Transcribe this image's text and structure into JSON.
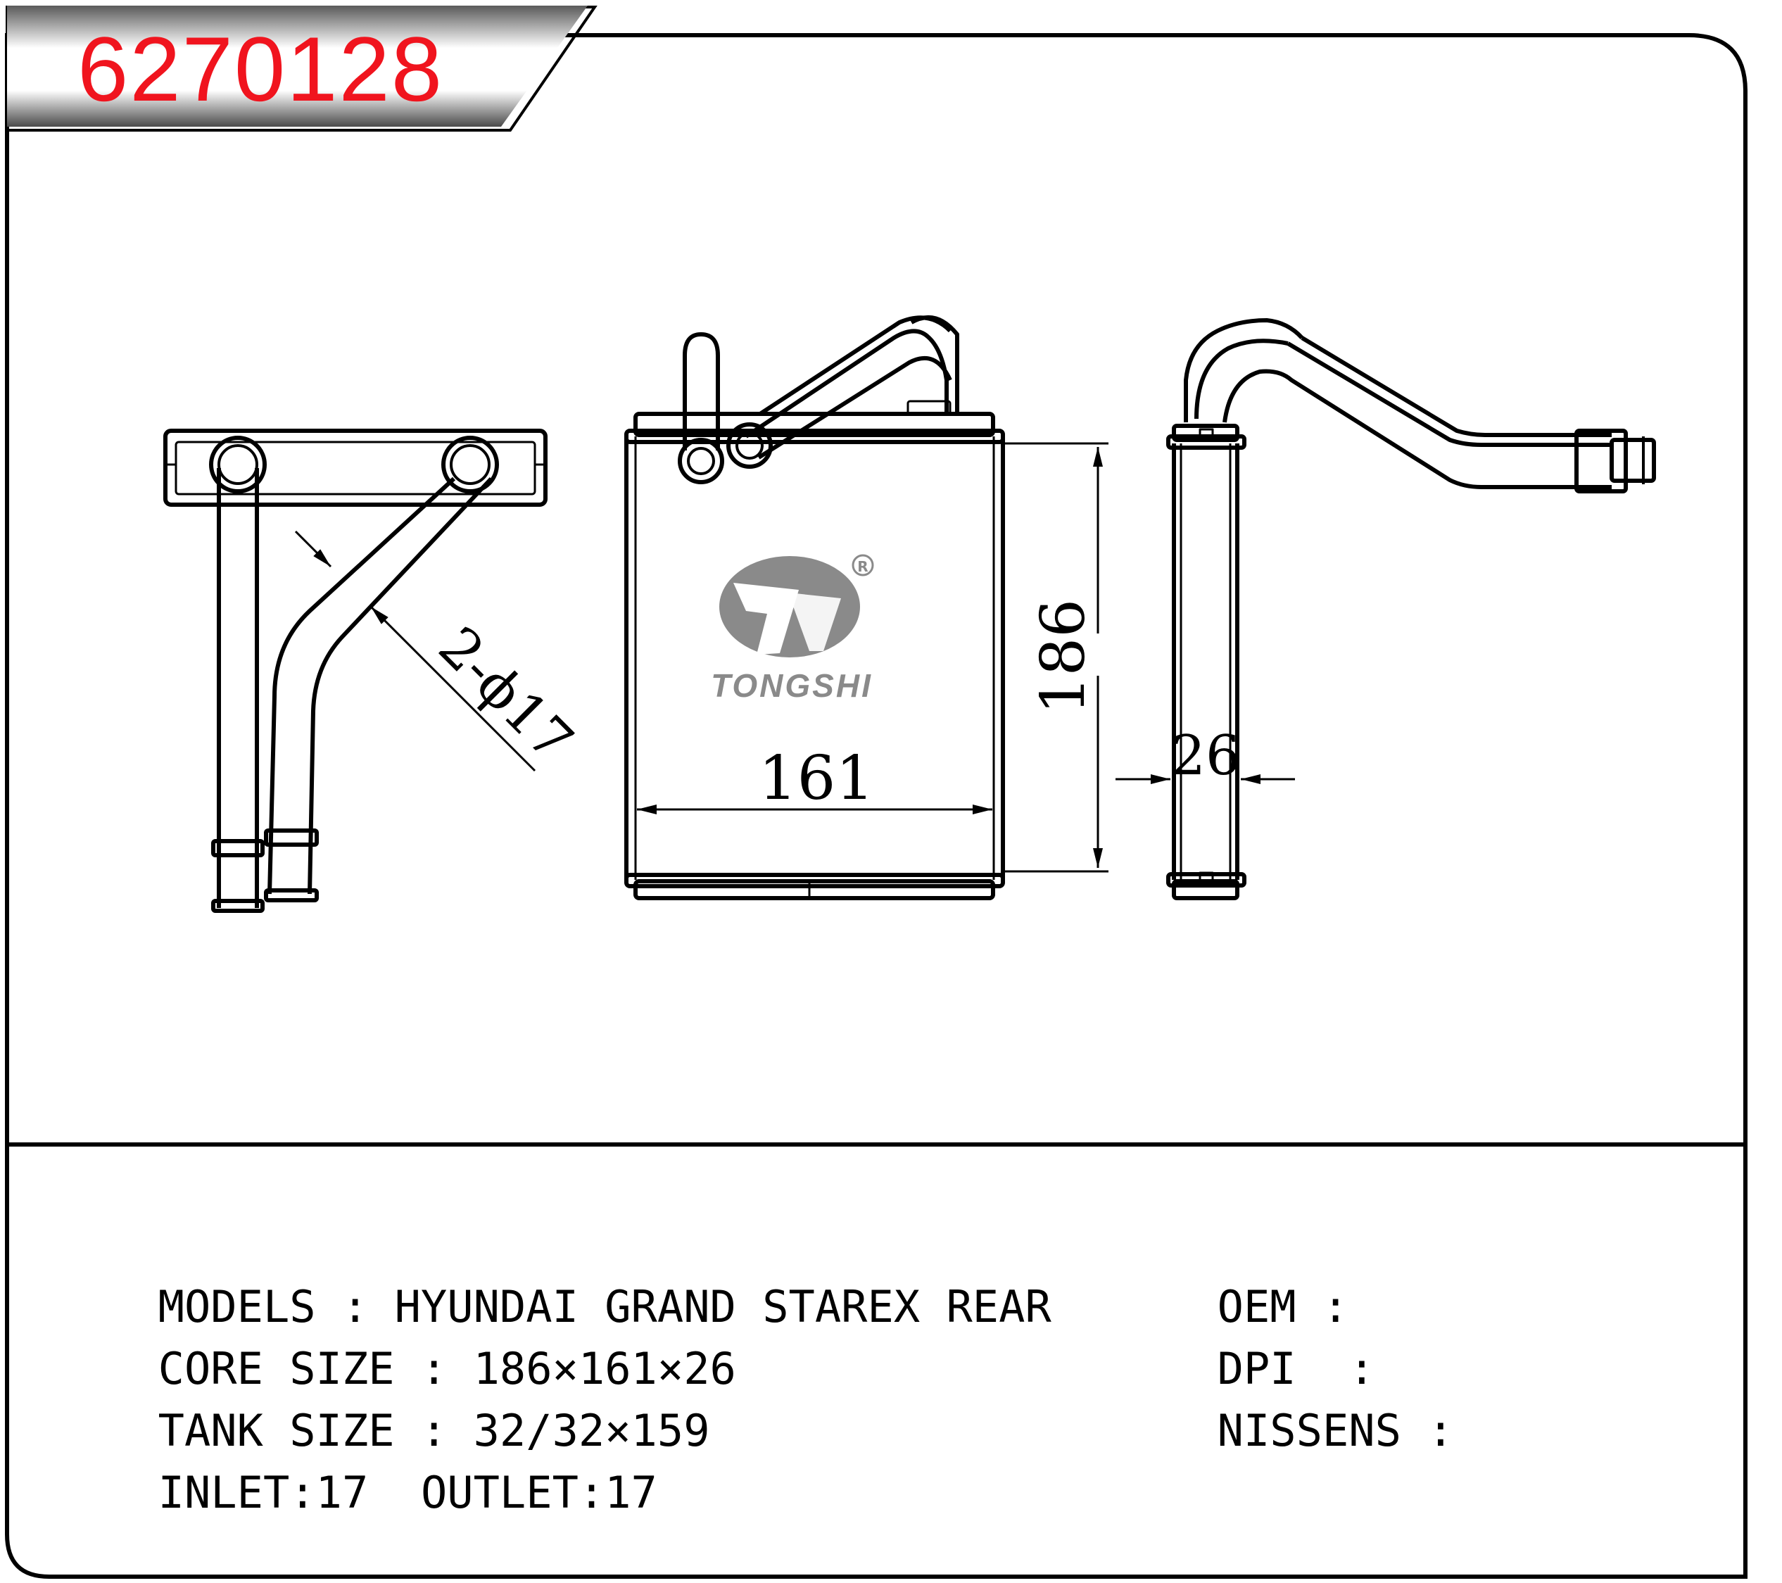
{
  "part_number": "6270128",
  "brand": {
    "name": "TONGSHI",
    "registered_mark": "R"
  },
  "dimensions": {
    "height": "186",
    "width": "161",
    "thickness": "26",
    "pipe": "2-ϕ17"
  },
  "specs": {
    "models": {
      "label": "MODELS",
      "sep": ":",
      "value": "HYUNDAI GRAND STAREX REAR"
    },
    "core_size": {
      "label": "CORE SIZE",
      "sep": ":",
      "value": "186×161×26"
    },
    "tank_size": {
      "label": "TANK SIZE",
      "sep": ":",
      "value": "32/32×159"
    },
    "inlet": {
      "label": "INLET",
      "sep": ":",
      "value": "17"
    },
    "outlet": {
      "label": "OUTLET",
      "sep": ":",
      "value": "17"
    },
    "oem": {
      "label": "OEM",
      "sep": ":",
      "value": ""
    },
    "dpi": {
      "label": "DPI",
      "sep": ":",
      "value": ""
    },
    "nissens": {
      "label": "NISSENS",
      "sep": ":",
      "value": ""
    }
  },
  "colors": {
    "part_number": "#f0141e",
    "line": "#000000",
    "logo": "#8a8a8a"
  }
}
